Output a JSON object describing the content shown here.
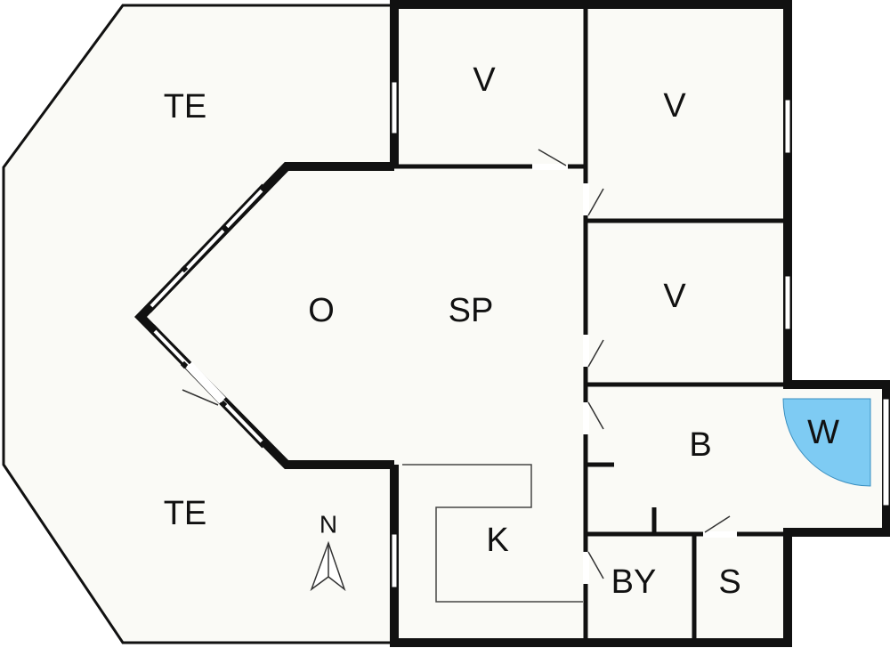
{
  "rooms": {
    "te_top": "TE",
    "te_bottom": "TE",
    "v_top_left": "V",
    "v_top_right": "V",
    "v_middle": "V",
    "o": "O",
    "sp": "SP",
    "k": "K",
    "b": "B",
    "w": "W",
    "by": "BY",
    "s": "S"
  },
  "compass": {
    "label": "N"
  },
  "colors": {
    "floor": "#fafaf6",
    "wall": "#111111",
    "whirlpool": "#7ecbf3",
    "window": "#ffffff"
  }
}
